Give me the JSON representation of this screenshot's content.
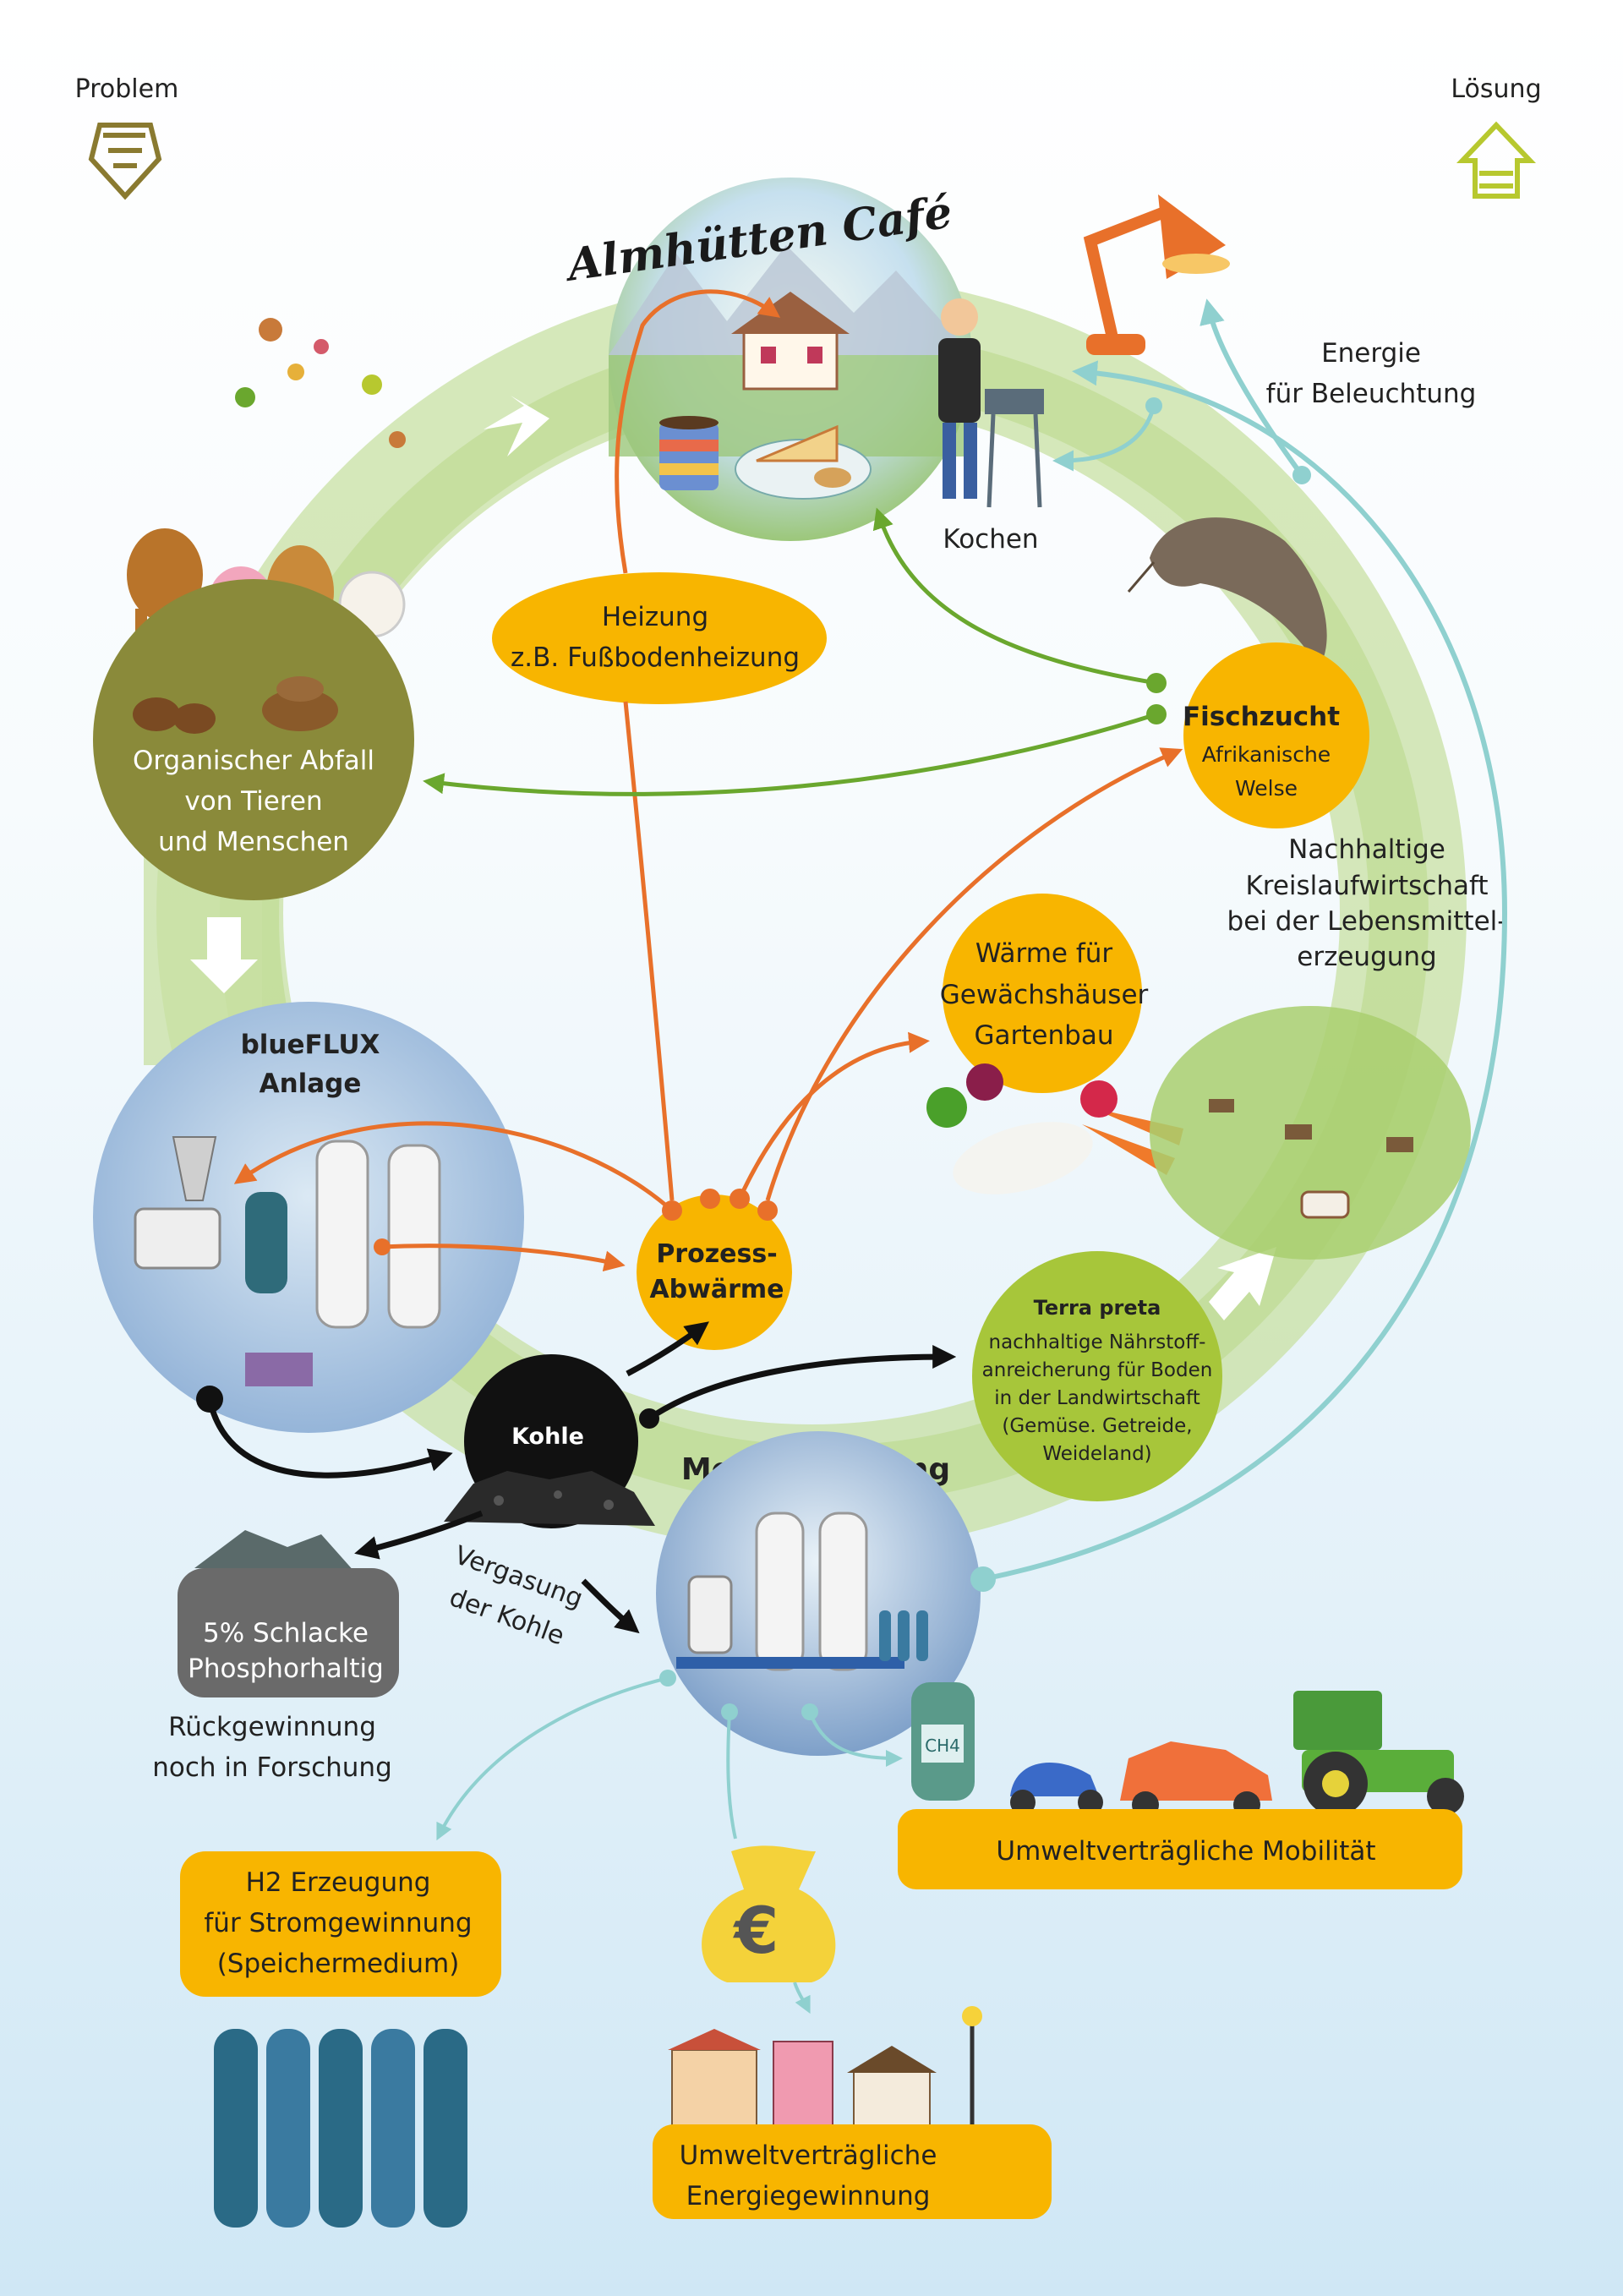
{
  "corner": {
    "problem_label": "Problem",
    "solution_label": "Lösung"
  },
  "cafe": {
    "title": "Almhütten Café"
  },
  "cooking": {
    "label": "Kochen"
  },
  "lighting": {
    "line1": "Energie",
    "line2": "für Beleuchtung"
  },
  "heating": {
    "line1": "Heizung",
    "line2": "z.B. Fußbodenheizung"
  },
  "waste": {
    "line1": "Organischer Abfall",
    "line2": "von Tieren",
    "line3": "und Menschen"
  },
  "fish": {
    "title": "Fischzucht",
    "line1": "Afrikanische",
    "line2": "Welse"
  },
  "cycle": {
    "line1": "Nachhaltige",
    "line2": "Kreislaufwirtschaft",
    "line3": "bei der Lebensmittel-",
    "line4": "erzeugung"
  },
  "greenhouse": {
    "line1": "Wärme für",
    "line2": "Gewächshäuser",
    "line3": "Gartenbau"
  },
  "plant": {
    "line1": "blueFLUX",
    "line2": "Anlage"
  },
  "heat": {
    "line1": "Prozess-",
    "line2": "Abwärme"
  },
  "terra": {
    "title": "Terra preta",
    "line1": "nachhaltige Nährstoff-",
    "line2": "anreicherung für Boden",
    "line3": "in der Landwirtschaft",
    "line4": "(Gemüse. Getreide,",
    "line5": "Weideland)"
  },
  "coal": {
    "label": "Kohle"
  },
  "methane": {
    "label": "Methanisierung"
  },
  "gasification": {
    "line1": "Vergasung",
    "line2": "der Kohle"
  },
  "slag": {
    "line1": "5% Schlacke",
    "line2": "Phosphorhaltig"
  },
  "recovery": {
    "line1": "Rückgewinnung",
    "line2": "noch in Forschung"
  },
  "mobility": {
    "label": "Umweltverträgliche Mobilität"
  },
  "pump": {
    "label": "CH4"
  },
  "hydrogen": {
    "line1": "H2 Erzeugung",
    "line2": "für Stromgewinnung",
    "line3": "(Speichermedium)"
  },
  "money": {
    "symbol": "€"
  },
  "energy": {
    "line1": "Umweltverträgliche",
    "line2": "Energiegewinnung"
  },
  "colors": {
    "orange_arrow": "#e8702a",
    "green_arrow": "#6aa72e",
    "teal_arrow": "#8fd0cf",
    "yellow_box": "#f8b500",
    "olive": "#8a8a3a",
    "lime": "#a7c63a",
    "coal": "#111111",
    "slag": "#6a6a6a"
  }
}
